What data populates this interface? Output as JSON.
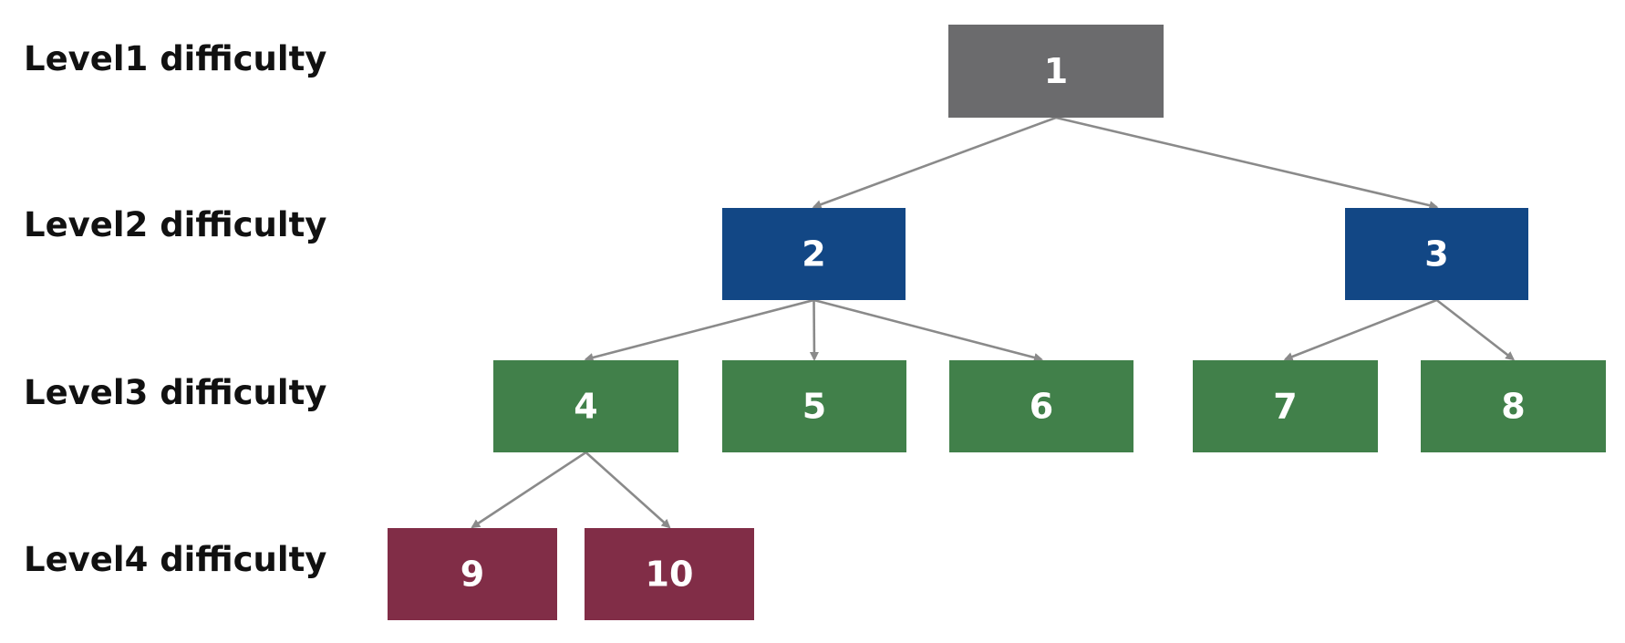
{
  "levels": [
    {
      "label": "Level1 difficulty"
    },
    {
      "label": "Level2 difficulty"
    },
    {
      "label": "Level3 difficulty"
    },
    {
      "label": "Level4 difficulty"
    }
  ],
  "colors": {
    "level1": "#6b6b6d",
    "level2": "#124785",
    "level3": "#41804a",
    "level4": "#812d47",
    "edge": "#8a8a8a"
  },
  "nodes": [
    {
      "id": "1",
      "label": "1",
      "level": 1
    },
    {
      "id": "2",
      "label": "2",
      "level": 2
    },
    {
      "id": "3",
      "label": "3",
      "level": 2
    },
    {
      "id": "4",
      "label": "4",
      "level": 3
    },
    {
      "id": "5",
      "label": "5",
      "level": 3
    },
    {
      "id": "6",
      "label": "6",
      "level": 3
    },
    {
      "id": "7",
      "label": "7",
      "level": 3
    },
    {
      "id": "8",
      "label": "8",
      "level": 3
    },
    {
      "id": "9",
      "label": "9",
      "level": 4
    },
    {
      "id": "10",
      "label": "10",
      "level": 4
    }
  ],
  "edges": [
    {
      "from": "1",
      "to": "2"
    },
    {
      "from": "1",
      "to": "3"
    },
    {
      "from": "2",
      "to": "4"
    },
    {
      "from": "2",
      "to": "5"
    },
    {
      "from": "2",
      "to": "6"
    },
    {
      "from": "3",
      "to": "7"
    },
    {
      "from": "3",
      "to": "8"
    },
    {
      "from": "4",
      "to": "9"
    },
    {
      "from": "4",
      "to": "10"
    }
  ]
}
